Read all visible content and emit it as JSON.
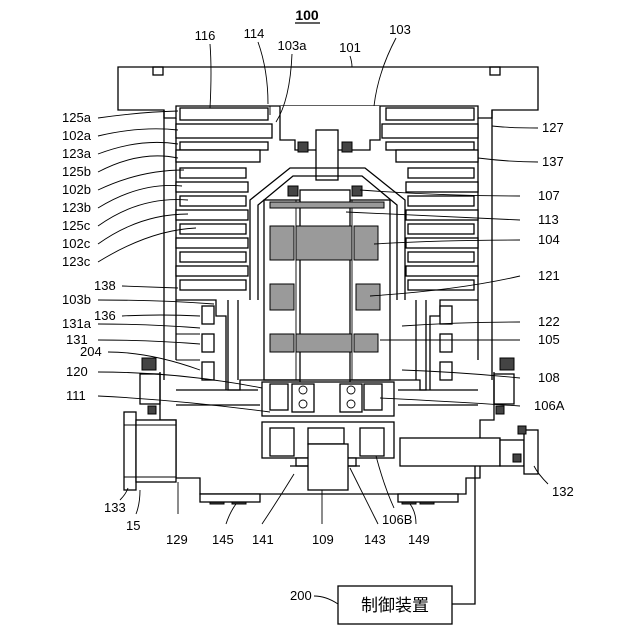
{
  "figure": {
    "title": "100",
    "controller_label": "制御装置",
    "labels": {
      "l116": "116",
      "l114": "114",
      "l103a": "103a",
      "l101": "101",
      "l103": "103",
      "l125a": "125a",
      "l102a": "102a",
      "l123a": "123a",
      "l125b": "125b",
      "l102b": "102b",
      "l123b": "123b",
      "l125c": "125c",
      "l102c": "102c",
      "l123c": "123c",
      "l138": "138",
      "l103b": "103b",
      "l136": "136",
      "l131a": "131a",
      "l131": "131",
      "l204": "204",
      "l120": "120",
      "l111": "111",
      "l127": "127",
      "l137": "137",
      "l107": "107",
      "l113": "113",
      "l104": "104",
      "l121": "121",
      "l122": "122",
      "l105": "105",
      "l108": "108",
      "l106A": "106A",
      "l132": "132",
      "l133": "133",
      "l15": "15",
      "l129": "129",
      "l145": "145",
      "l141": "141",
      "l109": "109",
      "l143": "143",
      "l106B": "106B",
      "l149": "149",
      "l200": "200"
    }
  }
}
